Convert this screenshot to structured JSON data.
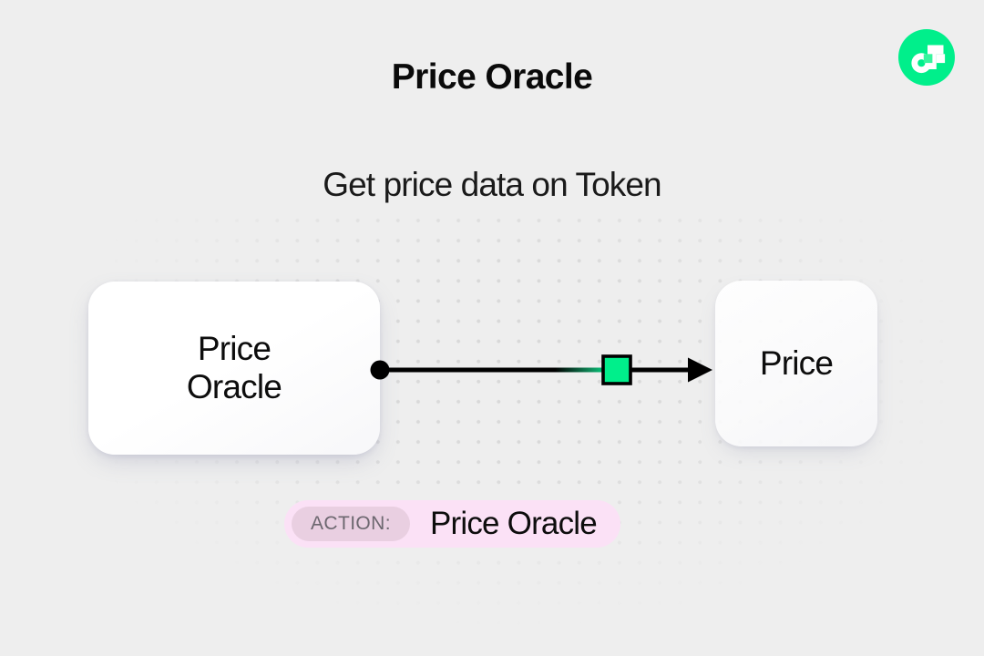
{
  "header": {
    "title": "Price Oracle",
    "subtitle": "Get price data on Token"
  },
  "brand": {
    "logo_icon": "flow-logo-icon",
    "logo_circle_color": "#00EF8B",
    "logo_glyph_color": "#FFFFFF",
    "logo_accent_color": "#38F59E"
  },
  "diagram": {
    "type": "flow-diagram",
    "nodes": [
      {
        "id": "source",
        "label_lines": [
          "Price",
          "Oracle"
        ],
        "label": "Price Oracle",
        "role": "source"
      },
      {
        "id": "target",
        "label_lines": [
          "Price"
        ],
        "label": "Price",
        "role": "output"
      }
    ],
    "edge": {
      "from": "source",
      "to": "target",
      "start_marker": "dot",
      "end_marker": "arrowhead",
      "midpoint_marker": "square",
      "line_color": "#000000",
      "marker_color": "#00EF8B"
    }
  },
  "action": {
    "label": "ACTION:",
    "value": "Price Oracle",
    "badge_color": "#FBE1F6",
    "label_pill_color": "#E9CFE1"
  }
}
